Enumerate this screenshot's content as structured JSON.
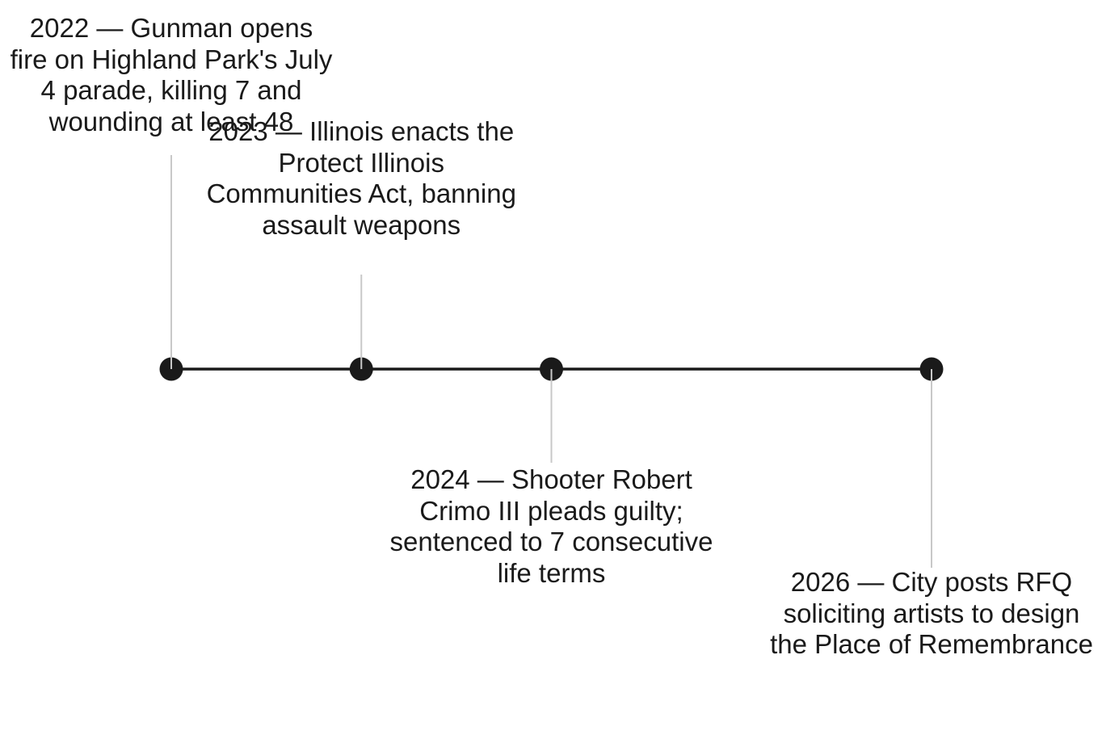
{
  "timeline": {
    "axis_color": "#1a1a1a",
    "marker_color": "#1a1a1a",
    "connector_color": "#c8c8c8",
    "events": [
      {
        "year": 2022,
        "label": "2022 — Gunman opens fire on Highland Park's July 4 parade, killing 7 and wounding at least 48",
        "side": "above"
      },
      {
        "year": 2023,
        "label": "2023 — Illinois enacts the Protect Illinois Communities Act, banning assault weapons",
        "side": "above"
      },
      {
        "year": 2024,
        "label": "2024 — Shooter Robert Crimo III pleads guilty; sentenced to 7 consecutive life terms",
        "side": "below"
      },
      {
        "year": 2026,
        "label": "2026 — City posts RFQ soliciting artists to design the Place of Remembrance",
        "side": "below"
      }
    ]
  }
}
